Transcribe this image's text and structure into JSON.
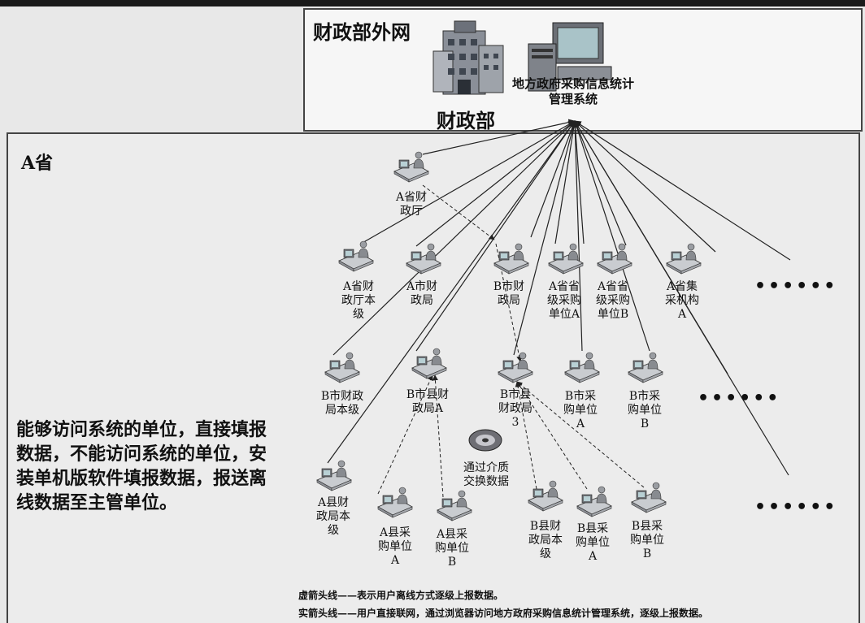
{
  "mof_box": {
    "title": "财政部外网",
    "ministry_label": "财政部"
  },
  "system": {
    "name": "地方政府采购信息统计\n管理系统"
  },
  "province": {
    "title": "A省"
  },
  "nodes": [
    {
      "id": "n0",
      "label": "A省财\n政厅"
    },
    {
      "id": "n1",
      "label": "A省财\n政厅本\n级"
    },
    {
      "id": "n2",
      "label": "A市财\n政局"
    },
    {
      "id": "n3",
      "label": "B市财\n政局"
    },
    {
      "id": "n4",
      "label": "A省省\n级采购\n单位A"
    },
    {
      "id": "n5",
      "label": "A省省\n级采购\n单位B"
    },
    {
      "id": "n6",
      "label": "A省集\n采机构\nA"
    },
    {
      "id": "n7",
      "label": "B市财政\n局本级"
    },
    {
      "id": "n8",
      "label": "B市县财\n政局A"
    },
    {
      "id": "n9",
      "label": "B市县\n财政局\n3"
    },
    {
      "id": "n10",
      "label": "B市采\n购单位\nA"
    },
    {
      "id": "n11",
      "label": "B市采\n购单位\nB"
    },
    {
      "id": "n12",
      "label": "A县财\n政局本\n级"
    },
    {
      "id": "n13",
      "label": "A县采\n购单位\nA"
    },
    {
      "id": "n14",
      "label": "A县采\n购单位\nB"
    },
    {
      "id": "n15",
      "label": "B县财\n政局本\n级"
    },
    {
      "id": "n16",
      "label": "B县采\n购单位\nA"
    },
    {
      "id": "n17",
      "label": "B县采\n购单位\nB"
    }
  ],
  "media_exchange": {
    "label": "通过介质\n交换数据"
  },
  "ellipsis": "••••••",
  "note": "能够访问系统的单位，直接填报数据，不能访问系统的单位，安装单机版软件填报数据，报送离线数据至主管单位。",
  "legend": {
    "dashed": "虚箭头线——表示用户离线方式逐级上报数据。",
    "solid": "实箭头线——用户直接联网，通过浏览器访问地方政府采购信息统计管理系统，逐级上报数据。"
  }
}
